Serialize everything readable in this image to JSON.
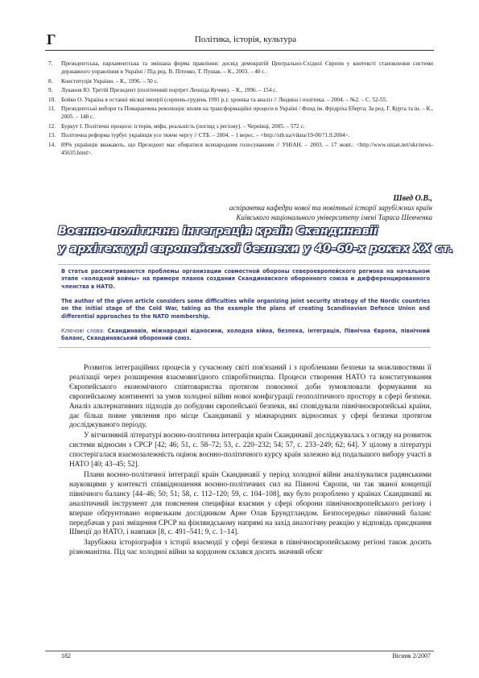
{
  "header": {
    "mark": "Г",
    "title": "Політика, історія, культура"
  },
  "references": [
    {
      "num": "7.",
      "text": "Президентська, парламентська та змішана форма правління: досвід демократій Центрально-Східної Європи у контексті становлення системи державного управління в Україні / Під ред. В. Пітенко, Т. Пушак. – К., 2003. – 40 с."
    },
    {
      "num": "8.",
      "text": "Конституція України. – К., 1996. – 50 с."
    },
    {
      "num": "9.",
      "text": "Луканов Ю. Третій Президент (політичний портрет Леоніда Кучми). – К., 1996. – 154 с."
    },
    {
      "num": "10.",
      "text": "Бойко О. Україна в останні місяці імперії (серпень-грудень 1991 р.): хроніка та аналіз // Людина і політика. – 2004. – №2. – С. 52-55."
    },
    {
      "num": "11.",
      "text": "Президентські вибори та Помаранчева революція: вплив на трансформаційні процеси в Україні / Фонд ім. Фрідріха Еберта; За ред. Г. Курта та ін. – К., 2005. – 148 с."
    },
    {
      "num": "12.",
      "text": "Буркут І. Політичні процеси: історія, міфи, реальність (погляд з регіону). – Чернівці, 2005. – 572 с."
    },
    {
      "num": "13.",
      "text": "Політична реформа турбує українців усе тяжче чергу // СТБ. – 2004. – 1 верес. – <http://stb.ua/vikna/19-00/?1.9.2004>."
    },
    {
      "num": "14.",
      "text": "89% українців вважають, що Президент має обиратися всенародним голосуванням // УНІАН. – 2003. – 17 жовт.: <http://www.unian.net/ukr/news-45635.html>."
    }
  ],
  "author": {
    "name": "Швед О.В.,",
    "position": "аспірантка кафедри нової та новітньої історії зарубіжних країн",
    "affiliation": "Київського національного університету імені Тараса Шевченка"
  },
  "article": {
    "title_line1": "Воєнно-політична інтеграція країн Скандинавії",
    "title_line2": "у архітектурі європейської безпеки у 40–60-х роках ХХ ст.",
    "abstract_ru": "В статье рассматриваются проблемы организации совместной обороны североевропейского региона на начальном этапе «холодной войны» на примере планов создания Скандинавского оборонного союза и дифференцированного членства в НАТО.",
    "abstract_en": "The author of the given article considers some difficulties while organizing joint security strategy of the Nordic countries on the initial stage of the Cold War, taking as the example the plans of creating Scandinavian Defence Union and differential approaches to the NATO membership.",
    "keywords_label": "Ключові слова:",
    "keywords": "Скандинавія, міжнародні відносини, холодна війна, безпека, інтеграція, Північна Європа, північний баланс, Скандинавський оборонний союз.",
    "paragraphs": [
      "Розвиток інтеграційних процесів у сучасному світі пов'язаний і з проблемами безпеки за можливостями її реалізації через розширення взаємовигідного співробітництва. Процеси створення НАТО та конституювання Європейського економічного співтовариства протягом повоєнної доби зумовлювали формування на європейському континенті за умов холодної війни нової конфігурації геополітичного простору в сфері безпеки. Аналіз альтернативних підходів до побудови європейської безпеки, які сповідували північноєвропейські країни, дає більш повне уявлення про місце Скандинавії у міжнародних відносинах у сфері безпеки протягом досліджуваного періоду.",
      "У вітчизняній літературі воєнно-політична інтеграція країн Скандинавії досліджувалась з огляду на розвиток системи відносин з СРСР [42; 46; 51, с. 58–72; 53, с. 220–232; 54; 57, с. 233–249; 62; 64]. У цілому в літературі спостерігалася взаємозалежність оцінок воєнно-політичного курсу країн залежно від подальшого вибору участі в НАТО [40; 43–45; 52].",
      "Плани воєнно-політичної інтеграції країн Скандинавії у період холодної війни аналізувалися радянськими науковцями у контексті співвідношення воєнно-політичних сил на Півночі Європи, чи так званої концепції північного балансу [44–46; 50; 51; 58, с. 112–120; 59, с. 104–108], яку було розроблено у країнах Скандинавії як аналітичний інструмент для пояснення специфіки взаємин у сфері оборони північноєвропейського регіону і вперше обґрунтовано норвезьким дослідником Арне Олав Брундтландом. Безпосередньо північний баланс передбачав у разі зміщення СРСР на фінляндському напрямі на захід аналогічну реакцію у відповідь приєднання Швеції до НАТО, і навпаки [8, с. 491–541; 9, с. 1–14].",
      "Зарубіжна історіографія з історії взаємодії у сфері безпеки в північноєвропейському регіоні також досить різноманітна. Під час холодної війни за кордоном склався досить значний обсяг"
    ]
  },
  "footer": {
    "page": "182",
    "journal": "Вісник 2/2007"
  }
}
